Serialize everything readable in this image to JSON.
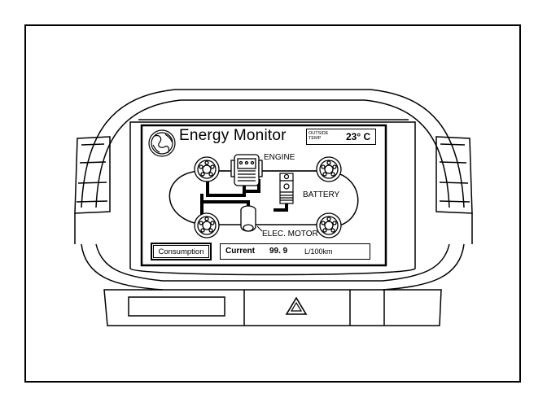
{
  "screen": {
    "title": "Energy Monitor",
    "outside_temp_label": "OUTSIDE TEMP",
    "outside_temp_value": "23° C",
    "engine_label": "ENGINE",
    "battery_label": "BATTERY",
    "motor_label": "ELEC. MOTOR",
    "consumption_button": "Consumption",
    "current_label": "Current",
    "current_value": "99. 9",
    "current_unit": "L/100km"
  },
  "icons": [
    "earth-icon",
    "wheel-icon",
    "engine-icon",
    "battery-icon",
    "motor-icon",
    "hazard-icon"
  ],
  "colors": {
    "line": "#000000",
    "background": "#ffffff"
  }
}
